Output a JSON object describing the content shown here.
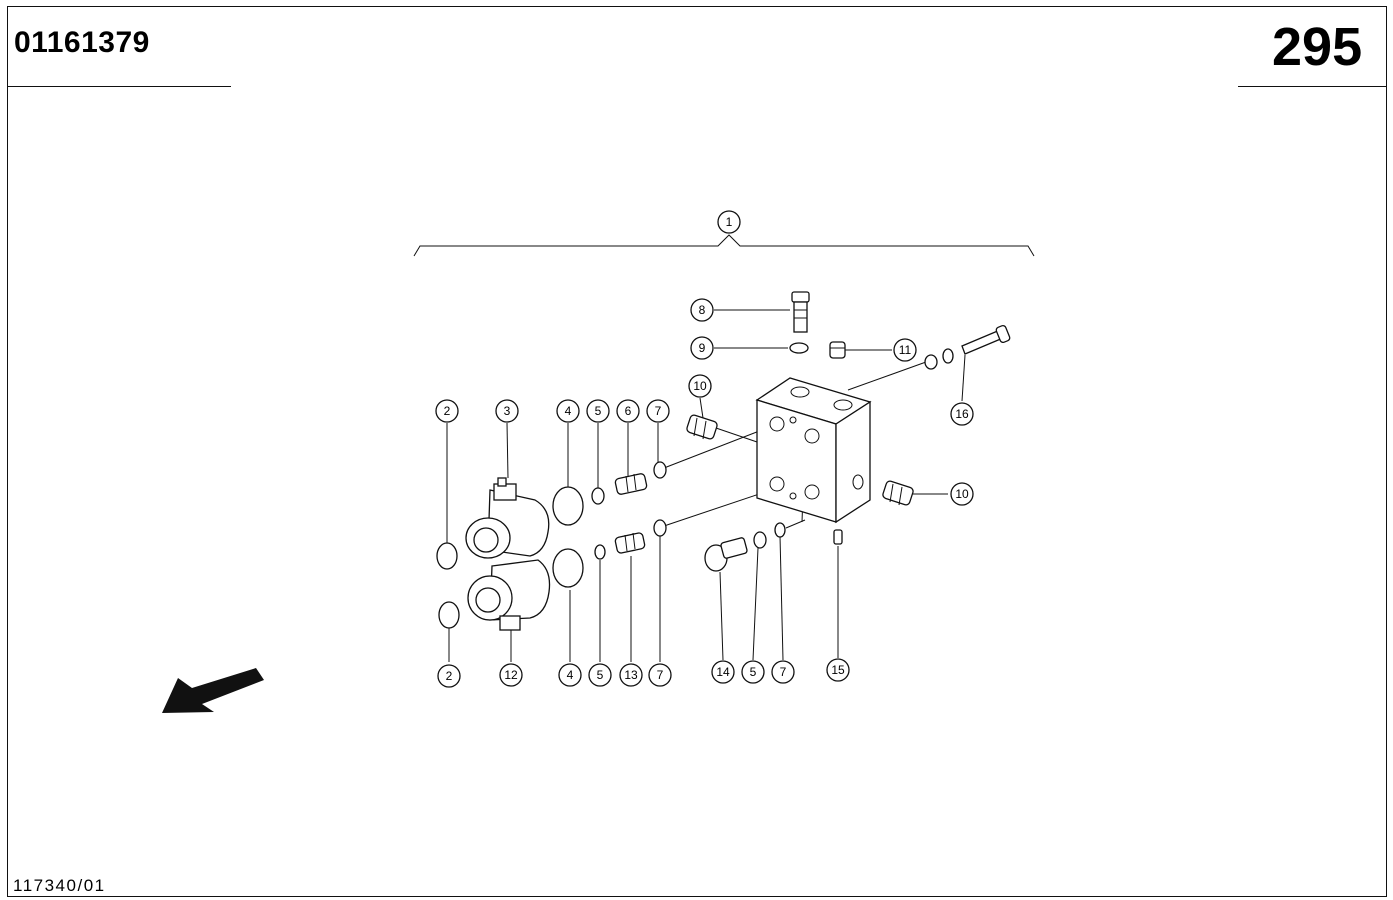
{
  "header": {
    "doc_number": "01161379",
    "page_number": "295"
  },
  "footer": {
    "reference": "117340/01"
  },
  "callouts": [
    {
      "id": "c1",
      "label": "1"
    },
    {
      "id": "c2a",
      "label": "2"
    },
    {
      "id": "c2b",
      "label": "2"
    },
    {
      "id": "c3",
      "label": "3"
    },
    {
      "id": "c4a",
      "label": "4"
    },
    {
      "id": "c4b",
      "label": "4"
    },
    {
      "id": "c5a",
      "label": "5"
    },
    {
      "id": "c5b",
      "label": "5"
    },
    {
      "id": "c5c",
      "label": "5"
    },
    {
      "id": "c6",
      "label": "6"
    },
    {
      "id": "c7a",
      "label": "7"
    },
    {
      "id": "c7b",
      "label": "7"
    },
    {
      "id": "c7c",
      "label": "7"
    },
    {
      "id": "c8",
      "label": "8"
    },
    {
      "id": "c9",
      "label": "9"
    },
    {
      "id": "c10a",
      "label": "10"
    },
    {
      "id": "c10b",
      "label": "10"
    },
    {
      "id": "c11",
      "label": "11"
    },
    {
      "id": "c12",
      "label": "12"
    },
    {
      "id": "c13",
      "label": "13"
    },
    {
      "id": "c14",
      "label": "14"
    },
    {
      "id": "c15",
      "label": "15"
    },
    {
      "id": "c16",
      "label": "16"
    }
  ]
}
